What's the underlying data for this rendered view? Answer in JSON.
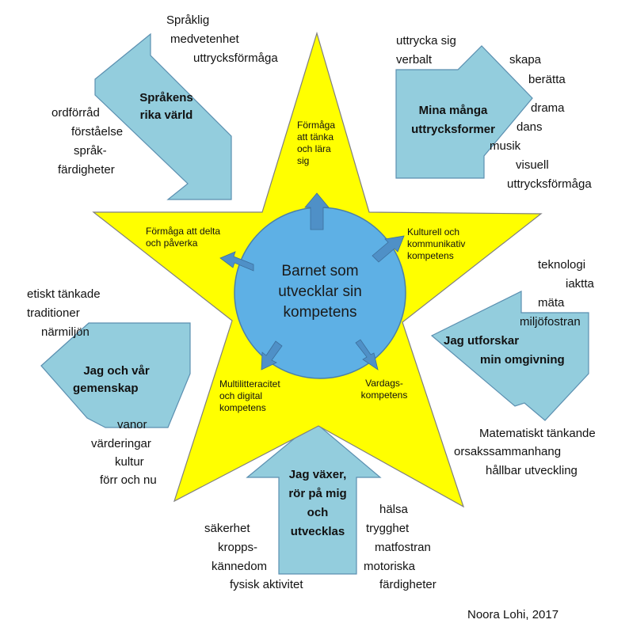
{
  "colors": {
    "star_fill": "#ffff00",
    "star_stroke": "#7f7f7f",
    "circle_fill": "#5eb0e5",
    "circle_stroke": "#4a7fa8",
    "arrow_fill": "#93cddd",
    "arrow_stroke": "#5b8fb0",
    "small_arrow_fill": "#4f90c7"
  },
  "center": {
    "line1": "Barnet som",
    "line2": "utvecklar sin",
    "line3": "kompetens"
  },
  "competences": {
    "top": {
      "l1": "Förmåga",
      "l2": "att tänka",
      "l3": "och lära",
      "l4": "sig"
    },
    "left": {
      "l1": "Förmåga att delta",
      "l2": "och påverka"
    },
    "right": {
      "l1": "Kulturell och",
      "l2": "kommunikativ",
      "l3": "kompetens"
    },
    "bottom_left": {
      "l1": "Multilitteracitet",
      "l2": "och digital",
      "l3": "kompetens"
    },
    "bottom_right": {
      "l1": "Vardags-",
      "l2": "kompetens"
    }
  },
  "areas": {
    "sprak": {
      "title1": "Språkens",
      "title2": "rika värld",
      "words_top": [
        "Språklig",
        "medvetenhet",
        "uttrycksförmåga"
      ],
      "words_left": [
        "ordförråd",
        "förståelse",
        "språk-",
        "färdigheter"
      ]
    },
    "uttryck": {
      "title1": "Mina många",
      "title2": "uttrycksformer",
      "words_left": [
        "uttrycka sig",
        "verbalt"
      ],
      "words_right": [
        "skapa",
        "berätta",
        "drama",
        "dans",
        "musik",
        "visuell",
        "uttrycksförmåga"
      ]
    },
    "utforska": {
      "title1": "Jag utforskar",
      "title2": "min omgivning",
      "words_top": [
        "teknologi",
        "iaktta",
        "mäta",
        "miljöfostran"
      ],
      "words_bottom": [
        "Matematiskt tänkande",
        "orsakssammanhang",
        "hållbar utveckling"
      ]
    },
    "vaxer": {
      "title1": "Jag växer,",
      "title2": "rör på mig",
      "title3": "och",
      "title4": "utvecklas",
      "words_left": [
        "säkerhet",
        "kropps-",
        "kännedom",
        "fysisk aktivitet"
      ],
      "words_right": [
        "hälsa",
        "trygghet",
        "matfostran",
        "motoriska",
        "färdigheter"
      ]
    },
    "gemenskap": {
      "title1": "Jag och vår",
      "title2": "gemenskap",
      "words_top": [
        "etiskt tänkade",
        "traditioner",
        "närmiljön"
      ],
      "words_bottom": [
        "vanor",
        "värderingar",
        "kultur",
        "förr och nu"
      ]
    }
  },
  "credit": "Noora Lohi, 2017"
}
